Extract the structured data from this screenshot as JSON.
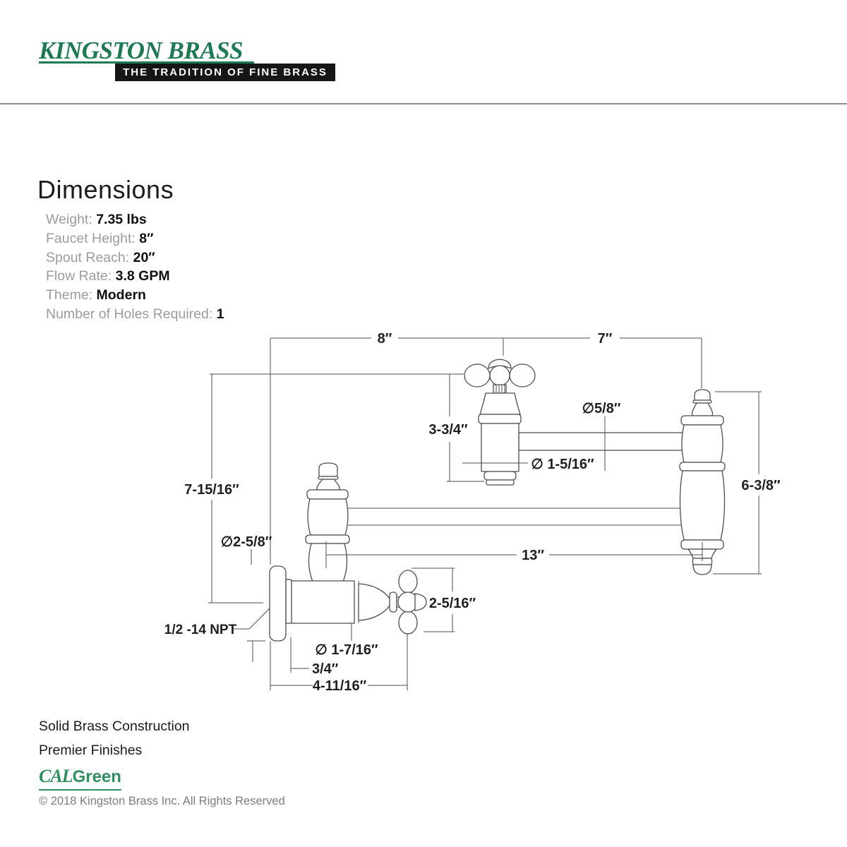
{
  "header": {
    "brand": "KINGSTON BRASS",
    "tagline": "THE TRADITION OF FINE BRASS"
  },
  "specs": {
    "title": "Dimensions",
    "items": [
      {
        "label": "Weight: ",
        "value": "7.35 lbs"
      },
      {
        "label": "Faucet Height: ",
        "value": "8″"
      },
      {
        "label": "Spout Reach: ",
        "value": "20″"
      },
      {
        "label": "Flow Rate: ",
        "value": "3.8 GPM"
      },
      {
        "label": "Theme: ",
        "value": "Modern"
      },
      {
        "label": "Number of Holes Required: ",
        "value": "1"
      }
    ]
  },
  "drawing": {
    "dim_top_left": "8″",
    "dim_top_right": "7″",
    "dim_valve_height": "3-3/4″",
    "dia_pipe": "∅5/8″",
    "dia_valve_body": "∅ 1-5/16″",
    "dim_wall_to_handle": "7-15/16″",
    "dim_spout_height": "6-3/8″",
    "dia_flange": "∅2-5/8″",
    "dim_arm_reach": "13″",
    "dim_handle_span": "2-5/16″",
    "thread_spec": "1/2 -14 NPT",
    "dia_lower_valve": "∅ 1-7/16″",
    "dim_flange_depth": "3/4″",
    "dim_wall_to_handle_center": "4-11/16″"
  },
  "footer": {
    "line1": "Solid Brass Construction",
    "line2": "Premier Finishes",
    "cal": "CAL",
    "green": "Green",
    "copyright": "© 2018 Kingston Brass Inc. All Rights Reserved"
  },
  "colors": {
    "brand_green": "#1e7a52",
    "cal_green": "#2e8f5f",
    "line": "#4d4d4d",
    "dim_text": "#1f1f1f",
    "label_gray": "#9c9c9c"
  }
}
